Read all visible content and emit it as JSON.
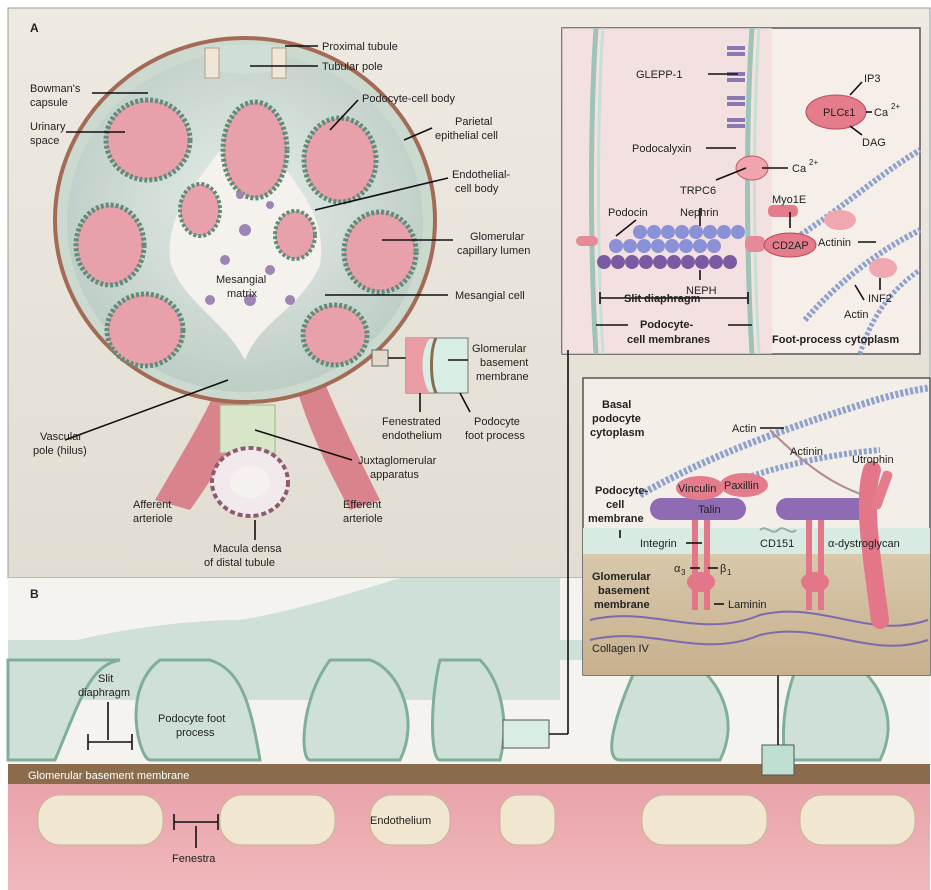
{
  "panel_a": {
    "letter": "A",
    "labels": {
      "proximal_tubule": "Proximal tubule",
      "tubular_pole": "Tubular pole",
      "bowmans_capsule_1": "Bowman's",
      "bowmans_capsule_2": "capsule",
      "urinary_space_1": "Urinary",
      "urinary_space_2": "space",
      "podocyte_cell_body": "Podocyte-cell body",
      "parietal_1": "Parietal",
      "parietal_2": "epithelial cell",
      "endothelial_1": "Endothelial-",
      "endothelial_2": "cell body",
      "capillary_1": "Glomerular",
      "capillary_2": "capillary lumen",
      "mesangial_matrix_1": "Mesangial",
      "mesangial_matrix_2": "matrix",
      "mesangial_cell": "Mesangial cell",
      "gbm_1": "Glomerular",
      "gbm_2": "basement",
      "gbm_3": "membrane",
      "fenestrated_1": "Fenestrated",
      "fenestrated_2": "endothelium",
      "foot_process_1": "Podocyte",
      "foot_process_2": "foot process",
      "vascular_1": "Vascular",
      "vascular_2": "pole (hilus)",
      "juxta_1": "Juxtaglomerular",
      "juxta_2": "apparatus",
      "afferent_1": "Afferent",
      "afferent_2": "arteriole",
      "efferent_1": "Efferent",
      "efferent_2": "arteriole",
      "macula_1": "Macula densa",
      "macula_2": "of distal tubule"
    }
  },
  "slit_inset": {
    "glepp1": "GLEPP-1",
    "podocalyxin": "Podocalyxin",
    "plce1": "PLCε1",
    "ip3": "IP3",
    "ca": "Ca",
    "ca_sup": "2+",
    "dag": "DAG",
    "trpc6": "TRPC6",
    "ca2": "Ca",
    "ca2_sup": "2+",
    "myo1e": "Myo1E",
    "podocin": "Podocin",
    "nephrin": "Nephrin",
    "cd2ap": "CD2AP",
    "actinin": "Actinin",
    "neph": "NEPH",
    "inf2": "INF2",
    "actin": "Actin",
    "slit_diaphragm": "Slit diaphragm",
    "membranes_1": "Podocyte-",
    "membranes_2": "cell membranes",
    "foot_cytoplasm": "Foot-process cytoplasm"
  },
  "adhesion_inset": {
    "basal_1": "Basal",
    "basal_2": "podocyte",
    "basal_3": "cytoplasm",
    "actin": "Actin",
    "actinin": "Actinin",
    "utrophin": "Utrophin",
    "vinculin": "Vinculin",
    "paxillin": "Paxillin",
    "talin": "Talin",
    "pcm_1": "Podocyte-",
    "pcm_2": "cell",
    "pcm_3": "membrane",
    "integrin": "Integrin",
    "cd151": "CD151",
    "dystroglycan": "α-dystroglycan",
    "alpha3": "α",
    "alpha3_sub": "3",
    "beta1": "β",
    "beta1_sub": "1",
    "gbm_1": "Glomerular",
    "gbm_2": "basement",
    "gbm_3": "membrane",
    "laminin": "Laminin",
    "collagen": "Collagen IV"
  },
  "panel_b": {
    "letter": "B",
    "slit_1": "Slit",
    "slit_2": "diaphragm",
    "foot_1": "Podocyte foot",
    "foot_2": "process",
    "gbm": "Glomerular basement membrane",
    "endothelium": "Endothelium",
    "fenestra": "Fenestra"
  }
}
